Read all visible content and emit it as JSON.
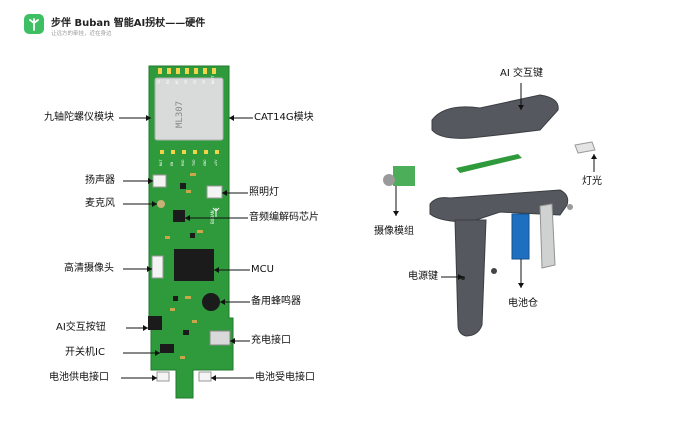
{
  "header": {
    "title": "步伴 Buban 智能AI拐杖——硬件",
    "subtitle": "让远方的牵挂，近在身边"
  },
  "board": {
    "chip_text": "ML307",
    "brand_text": "BUBAN",
    "pin_labels_top": [
      "TX",
      "RX",
      "NC",
      "IO",
      "IO",
      "IO",
      "BATT"
    ],
    "pin_labels_mid": [
      "BAT",
      "EN",
      "RXD",
      "TXD",
      "GND",
      "+5V"
    ]
  },
  "labels": {
    "gyro": "九轴陀螺仪模块",
    "cat1": "CAT14G模块",
    "speaker": "扬声器",
    "light": "照明灯",
    "mic": "麦克风",
    "codec": "音频编解码芯片",
    "camera_hd": "高清摄像头",
    "mcu": "MCU",
    "buzzer": "备用蜂鸣器",
    "ai_button": "AI交互按钮",
    "charge_port": "充电接口",
    "power_ic": "开关机IC",
    "battery_out": "电池供电接口",
    "battery_in": "电池受电接口",
    "ai_key": "AI 交互键",
    "lamp": "灯光",
    "camera_module": "摄像模组",
    "power_key": "电源键",
    "battery_bay": "电池仓"
  },
  "colors": {
    "brand_green": "#3fbf63",
    "pcb_green": "#2f9a3c",
    "module_gray": "#d8dbd9",
    "handle_dark": "#55585e",
    "battery_blue": "#1f6fc0"
  }
}
